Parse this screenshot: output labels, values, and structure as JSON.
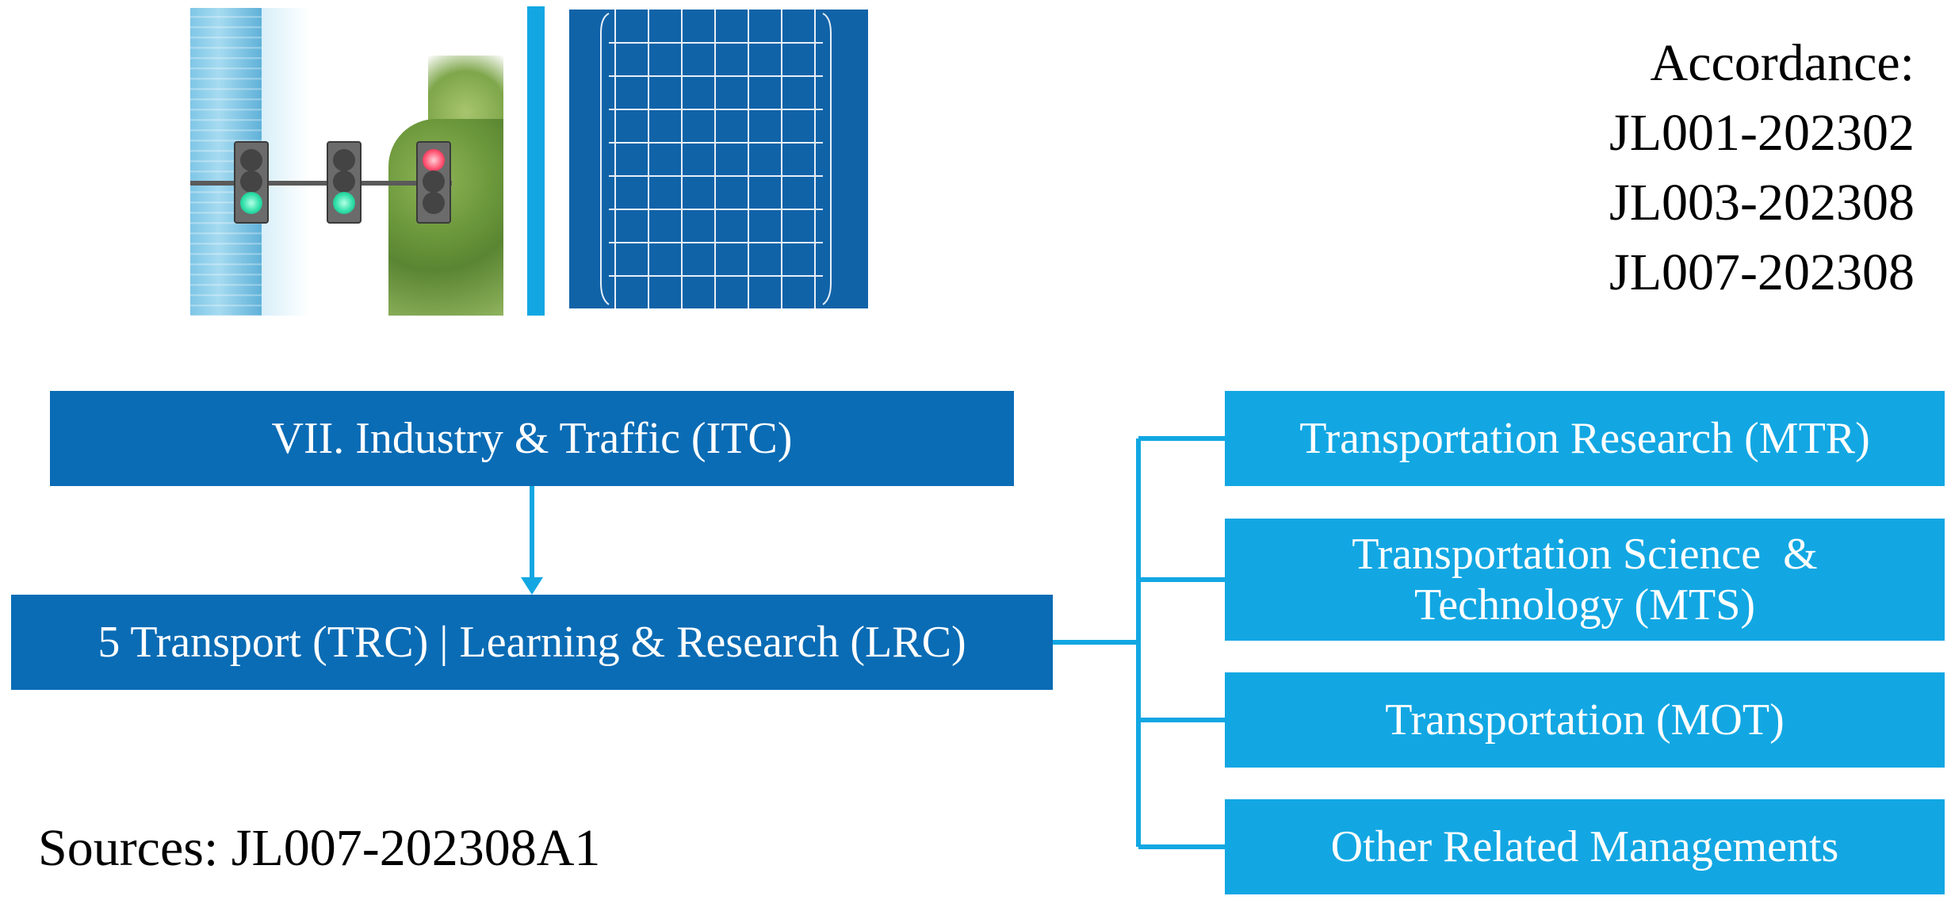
{
  "accordance": {
    "heading": "Accordance:",
    "codes": [
      "JL001-202302",
      "JL003-202308",
      "JL007-202308"
    ]
  },
  "main_boxes": {
    "itc": "VII. Industry & Traffic (ITC)",
    "trc": "5 Transport (TRC) | Learning & Research (LRC)"
  },
  "side_boxes": {
    "mtr": "Transportation Research (MTR)",
    "mts_line1": "Transportation Science  &",
    "mts_line2": "Technology (MTS)",
    "mot": "Transportation (MOT)",
    "orm": "Other Related Managements"
  },
  "sources": "Sources: JL007-202308A1",
  "colors": {
    "dark_blue": "#0a6cb5",
    "light_blue": "#12a7e3",
    "grid_panel": "#1163a8",
    "connector": "#12a7e3",
    "text_on_box": "#ffffff"
  },
  "icons": [
    "traffic-light-photo",
    "grid-panel-icon"
  ]
}
